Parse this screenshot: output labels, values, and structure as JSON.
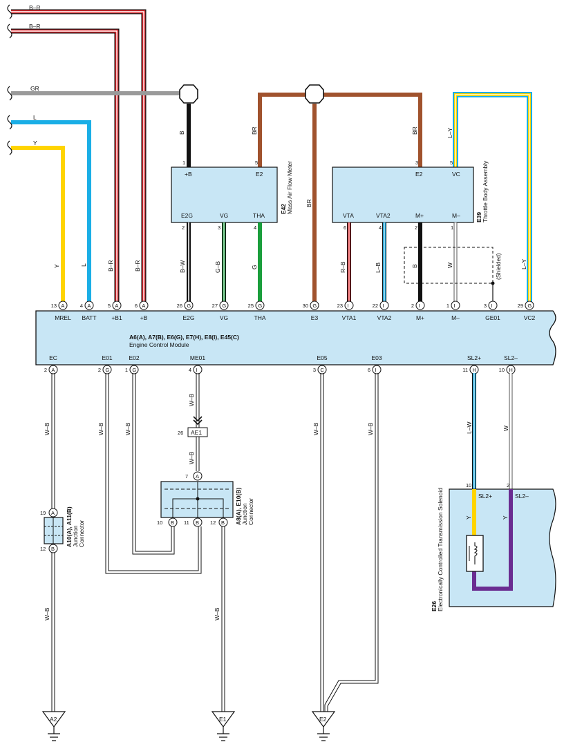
{
  "colors": {
    "box_fill": "#c8e6f5",
    "BR": "#a0522d",
    "GR": "#9a9a9a",
    "L": "#1aaee6",
    "Y": "#ffd400",
    "G": "#1a9e3c",
    "V": "#6a2c91",
    "R": "#e0282e"
  },
  "input_wires": {
    "br1": "B–R",
    "br2": "B–R",
    "gr": "GR",
    "l": "L",
    "y": "Y"
  },
  "maf": {
    "id": "E42",
    "name": "Mass Air Flow Meter",
    "pins": {
      "p1": "1",
      "p5": "5",
      "p2": "2",
      "p3": "3",
      "p4": "4"
    },
    "labels": {
      "plusb": "+B",
      "e2": "E2",
      "e2g": "E2G",
      "vg": "VG",
      "tha": "THA"
    }
  },
  "tba": {
    "id": "E39",
    "name": "Throttle Body Assembly",
    "pins": {
      "p3": "3",
      "p5": "5",
      "p6": "6",
      "p4": "4",
      "p2": "2",
      "p1": "1"
    },
    "labels": {
      "e2": "E2",
      "vc": "VC",
      "vta": "VTA",
      "vta2": "VTA2",
      "mplus": "M+",
      "mminus": "M–"
    },
    "shielded": "(Shielded)"
  },
  "wires_top": {
    "b": "B",
    "br_a": "BR",
    "br_b": "BR",
    "br_c": "BR",
    "ly": "L–Y",
    "bw": "B–W",
    "gb": "G–B",
    "g": "G",
    "rb": "R–B",
    "lb": "L–B",
    "b2": "B",
    "w": "W",
    "y": "Y",
    "l": "L",
    "br1": "B–R",
    "br2": "B–R",
    "ly2": "L–Y"
  },
  "ecm": {
    "title": "A6(A), A7(B), E6(G), E7(H), E8(I), E45(C)",
    "subtitle": "Engine Control Module",
    "top_terms": [
      {
        "num": "13",
        "conn": "A",
        "label": "MREL"
      },
      {
        "num": "4",
        "conn": "A",
        "label": "BATT"
      },
      {
        "num": "5",
        "conn": "A",
        "label": "+B1"
      },
      {
        "num": "6",
        "conn": "A",
        "label": "+B"
      },
      {
        "num": "26",
        "conn": "G",
        "label": "E2G"
      },
      {
        "num": "27",
        "conn": "G",
        "label": "VG"
      },
      {
        "num": "25",
        "conn": "G",
        "label": "THA"
      },
      {
        "num": "30",
        "conn": "G",
        "label": "E3"
      },
      {
        "num": "23",
        "conn": "I",
        "label": "VTA1"
      },
      {
        "num": "22",
        "conn": "I",
        "label": "VTA2"
      },
      {
        "num": "2",
        "conn": "I",
        "label": "M+"
      },
      {
        "num": "1",
        "conn": "I",
        "label": "M–"
      },
      {
        "num": "3",
        "conn": "I",
        "label": "GE01"
      },
      {
        "num": "29",
        "conn": "G",
        "label": "VC2"
      }
    ],
    "bottom_terms": [
      {
        "num": "2",
        "conn": "A",
        "label": "EC"
      },
      {
        "num": "2",
        "conn": "G",
        "label": "E01"
      },
      {
        "num": "1",
        "conn": "G",
        "label": "E02"
      },
      {
        "num": "4",
        "conn": "I",
        "label": "ME01"
      },
      {
        "num": "3",
        "conn": "C",
        "label": "E05"
      },
      {
        "num": "6",
        "conn": "I",
        "label": "E03"
      },
      {
        "num": "11",
        "conn": "H",
        "label": "SL2+"
      },
      {
        "num": "10",
        "conn": "H",
        "label": "SL2–"
      }
    ]
  },
  "wires_bottom": {
    "wb1": "W–B",
    "wb2": "W–B",
    "wb3": "W–B",
    "wb4": "W–B",
    "wb5": "W–B",
    "wb6": "W–B",
    "wb7": "W–B",
    "wb8": "W–B",
    "wb9": "W–B",
    "lw": "L–W",
    "w": "W"
  },
  "ae1": {
    "num": "26",
    "label": "AE1"
  },
  "jc_a8": {
    "id": "A8(A), E10(B)",
    "name1": "Junction",
    "name2": "Connector",
    "p7": "7",
    "p7c": "A",
    "p10": "10",
    "p10c": "B",
    "p11": "11",
    "p11c": "B",
    "p12": "12",
    "p12c": "B"
  },
  "jc_a10": {
    "id": "A10(A), A11(B)",
    "name1": "Junction",
    "name2": "Connector",
    "p19": "19",
    "p19c": "A",
    "p12": "12",
    "p12c": "B"
  },
  "solenoid": {
    "id": "E26",
    "name": "Electronically Controlled Transmission Solenoid",
    "p10": "10",
    "p2": "2",
    "sl2p": "SL2+",
    "sl2m": "SL2–",
    "y1": "Y",
    "y2": "Y"
  },
  "grounds": {
    "a2": "A2",
    "e1": "E1",
    "e2": "E2"
  }
}
